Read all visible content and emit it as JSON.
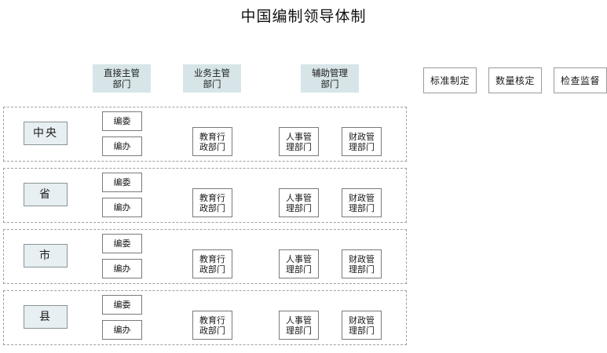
{
  "title": "中国编制领导体制",
  "column_headers": [
    {
      "label": "直接主管\n部门",
      "name": "direct-supervisor-dept"
    },
    {
      "label": "业务主管\n部门",
      "name": "business-supervisor-dept"
    },
    {
      "label": "辅助管理\n部门",
      "name": "auxiliary-management-dept"
    }
  ],
  "function_boxes": [
    {
      "label": "标准制定",
      "name": "standard-setting"
    },
    {
      "label": "数量核定",
      "name": "quota-verification"
    },
    {
      "label": "检查监督",
      "name": "inspection-supervision"
    }
  ],
  "levels": [
    {
      "name": "central",
      "label": "中央",
      "direct": [
        "编委",
        "编办"
      ],
      "business": "教育行\n政部门",
      "auxiliary": [
        "人事管\n理部门",
        "财政管\n理部门"
      ]
    },
    {
      "name": "province",
      "label": "省",
      "direct": [
        "编委",
        "编办"
      ],
      "business": "教育行\n政部门",
      "auxiliary": [
        "人事管\n理部门",
        "财政管\n理部门"
      ]
    },
    {
      "name": "city",
      "label": "市",
      "direct": [
        "编委",
        "编办"
      ],
      "business": "教育行\n政部门",
      "auxiliary": [
        "人事管\n理部门",
        "财政管\n理部门"
      ]
    },
    {
      "name": "county",
      "label": "县",
      "direct": [
        "编委",
        "编办"
      ],
      "business": "教育行\n政部门",
      "auxiliary": [
        "人事管\n理部门",
        "财政管\n理部门"
      ]
    }
  ],
  "colors": {
    "header_fill": "#d7e5e9",
    "level_fill": "#e7eff2",
    "box_border": "#7a7a7a",
    "band_border": "#9aa0a2",
    "text": "#1a1a1a",
    "background": "#ffffff"
  }
}
